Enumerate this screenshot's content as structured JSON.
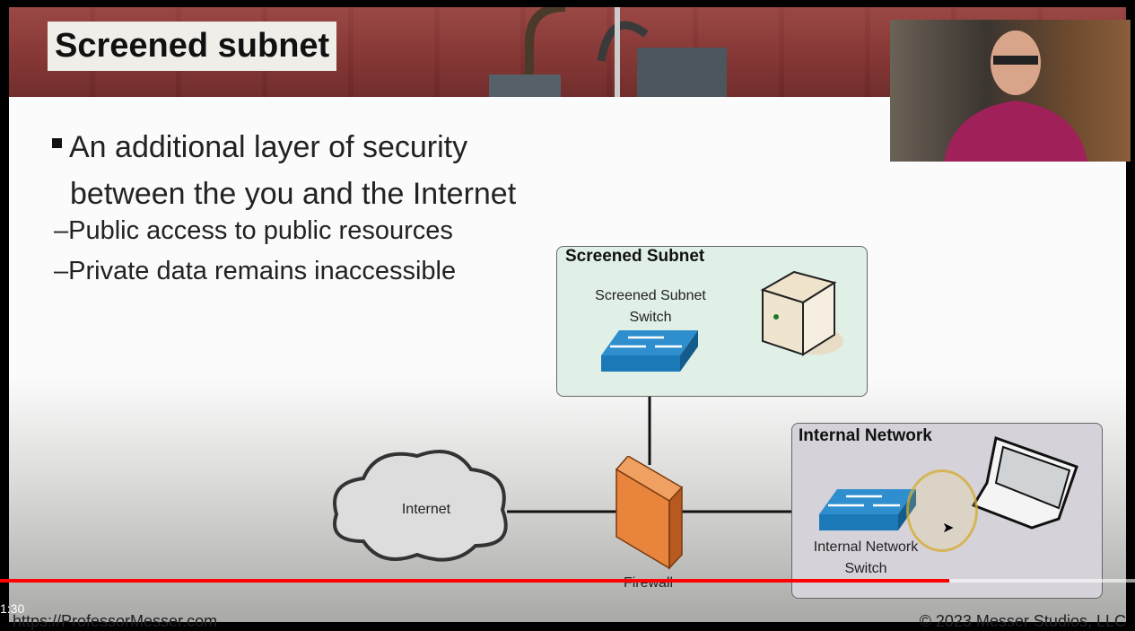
{
  "slide": {
    "title": "Screened subnet",
    "bullet": [
      "An additional layer of security",
      "between the you and the Internet"
    ],
    "subbullets": [
      "–Public access to public resources",
      "–Private data remains inaccessible"
    ],
    "diagram": {
      "screened_subnet_title": "Screened Subnet",
      "screened_switch_label": [
        "Screened Subnet",
        "Switch"
      ],
      "internal_title": "Internal Network",
      "internal_switch_label": [
        "Internal Network",
        "Switch"
      ],
      "internet_label": "Internet",
      "firewall_label": "Firewall"
    },
    "footer_url": "https://ProfessorMesser.com",
    "footer_copyright": "© 2023 Messer Studios, LLC"
  },
  "player": {
    "time": "1:30",
    "progress_percent": 83.6,
    "progress_color": "#ff0000"
  }
}
